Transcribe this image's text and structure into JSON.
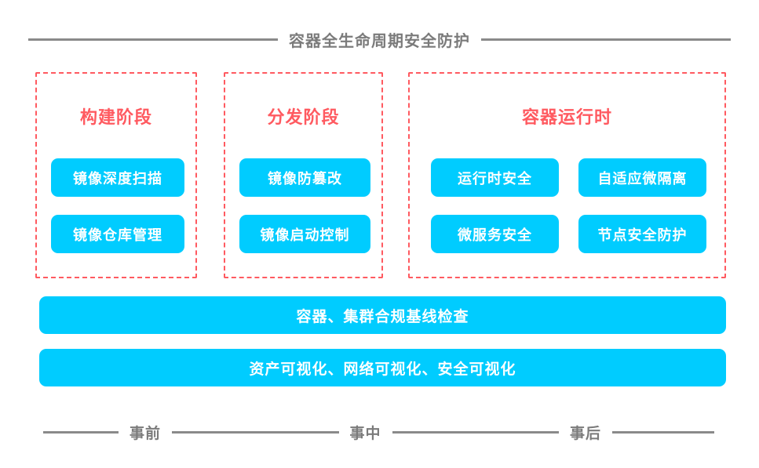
{
  "diagram": {
    "title": "容器全生命周期安全防护",
    "colors": {
      "accent_cyan": "#00ccff",
      "accent_red": "#ff5a60",
      "rule_gray": "#8a8a8a",
      "text_gray": "#7b7b7b",
      "background": "#ffffff"
    },
    "panels": [
      {
        "id": "build",
        "title": "构建阶段",
        "items": [
          "镜像深度扫描",
          "镜像仓库管理"
        ]
      },
      {
        "id": "deliver",
        "title": "分发阶段",
        "items": [
          "镜像防篡改",
          "镜像启动控制"
        ]
      },
      {
        "id": "runtime",
        "title": "容器运行时",
        "items": [
          "运行时安全",
          "自适应微隔离",
          "微服务安全",
          "节点安全防护"
        ]
      }
    ],
    "wide_bars": [
      "容器、集群合规基线检查",
      "资产可视化、网络可视化、安全可视化"
    ],
    "timeline": [
      "事前",
      "事中",
      "事后"
    ]
  }
}
